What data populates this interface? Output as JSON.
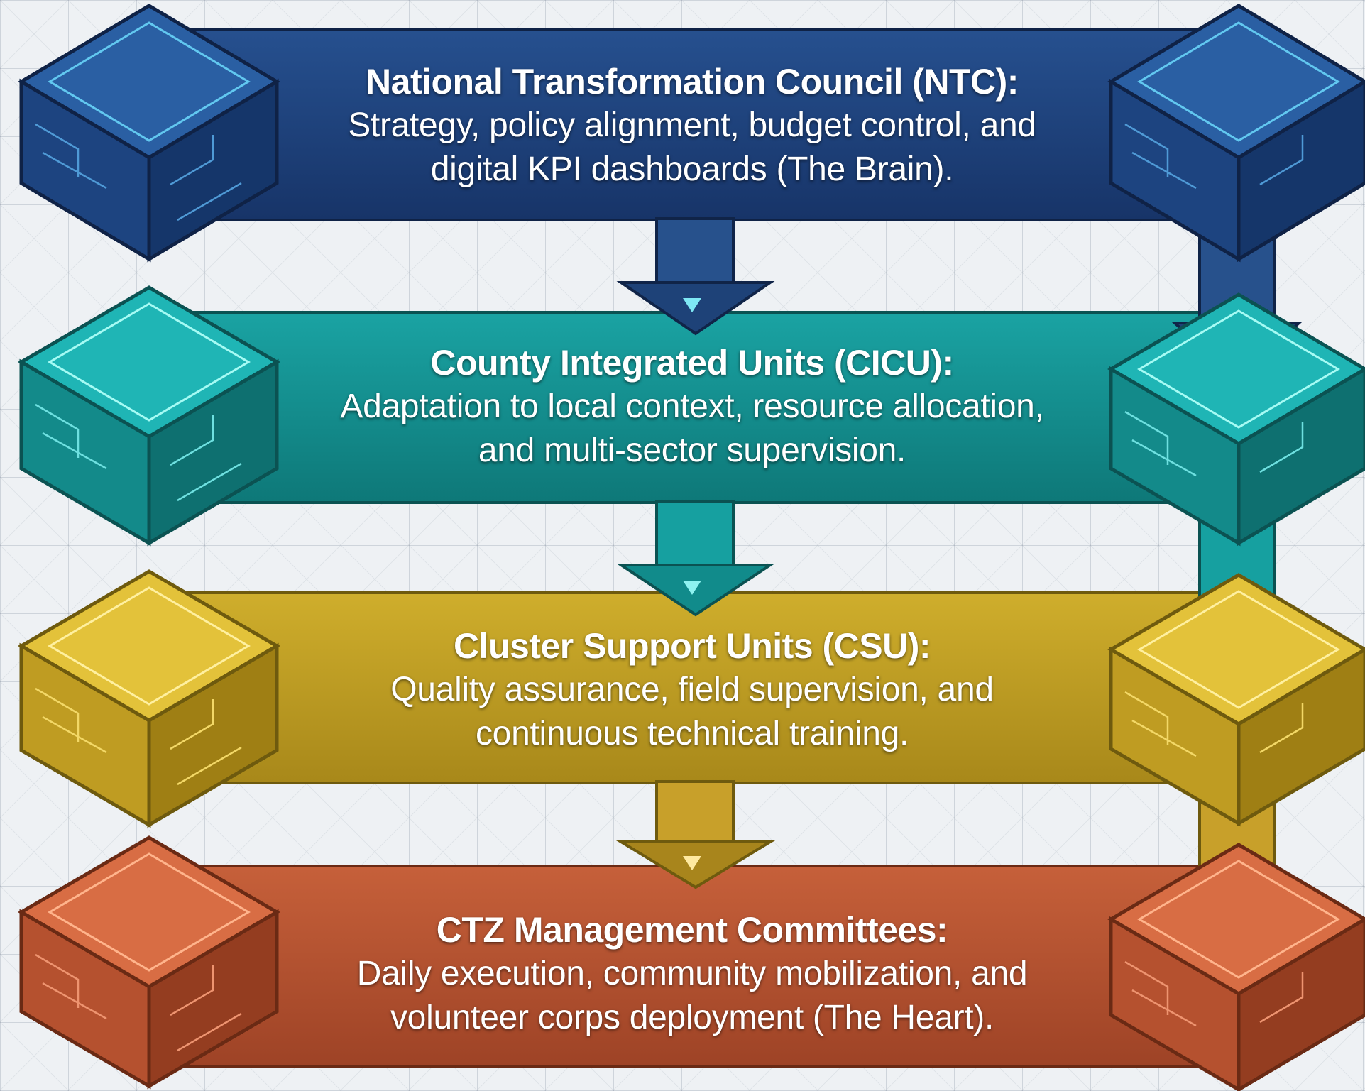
{
  "levels": [
    {
      "title": "National Transformation Council (NTC):",
      "desc_line1": "Strategy, policy alignment, budget control, and",
      "desc_line2": "digital KPI dashboards (The Brain).",
      "color": "#1d3f7a"
    },
    {
      "title": "County Integrated Units (CICU):",
      "desc_line1": "Adaptation to local context, resource allocation,",
      "desc_line2": "and multi-sector supervision.",
      "color": "#138f8f"
    },
    {
      "title": "Cluster Support Units (CSU):",
      "desc_line1": "Quality assurance, field supervision, and",
      "desc_line2": "continuous technical training.",
      "color": "#c0a024"
    },
    {
      "title": "CTZ Management Committees:",
      "desc_line1": "Daily execution, community mobilization, and",
      "desc_line2": "volunteer corps deployment (The Heart).",
      "color": "#b5512f"
    }
  ]
}
